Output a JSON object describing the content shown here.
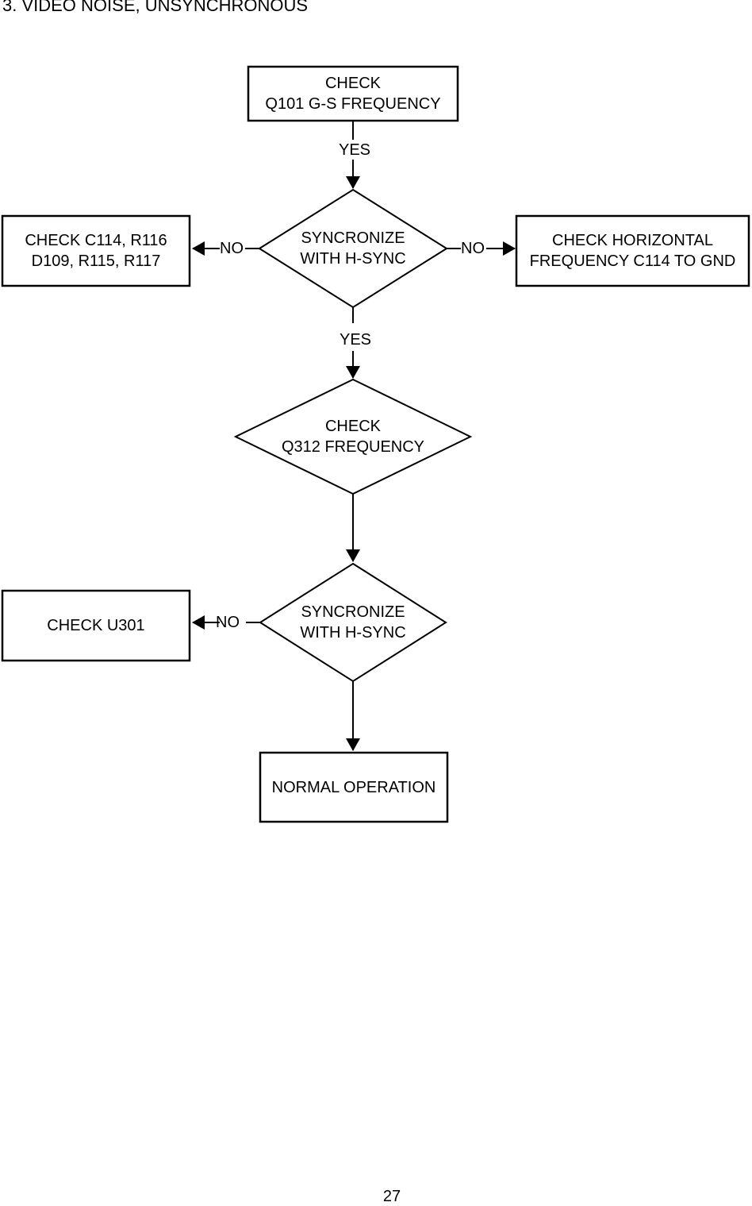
{
  "page": {
    "title": "3. VIDEO NOISE, UNSYNCHRONOUS",
    "page_number": "27",
    "background_color": "#ffffff",
    "line_color": "#000000"
  },
  "flowchart": {
    "nodes": {
      "check_q101": {
        "type": "process",
        "line1": "CHECK",
        "line2": "Q101 G-S FREQUENCY"
      },
      "sync_hsync_1": {
        "type": "decision",
        "line1": "SYNCRONIZE",
        "line2": "WITH H-SYNC"
      },
      "check_c114": {
        "type": "process",
        "line1": "CHECK C114, R116",
        "line2": "D109, R115, R117"
      },
      "check_horizontal": {
        "type": "process",
        "line1": "CHECK HORIZONTAL",
        "line2": "FREQUENCY C114 TO GND"
      },
      "check_q312": {
        "type": "decision",
        "line1": "CHECK",
        "line2": "Q312 FREQUENCY"
      },
      "sync_hsync_2": {
        "type": "decision",
        "line1": "SYNCRONIZE",
        "line2": "WITH H-SYNC"
      },
      "check_u301": {
        "type": "process",
        "line1": "CHECK U301"
      },
      "normal_operation": {
        "type": "process",
        "line1": "NORMAL OPERATION"
      }
    },
    "edges": {
      "q101_to_sync1": "YES",
      "sync1_to_c114": "NO",
      "sync1_to_horizontal": "NO",
      "sync1_to_q312": "YES",
      "sync2_to_u301": "NO"
    }
  }
}
